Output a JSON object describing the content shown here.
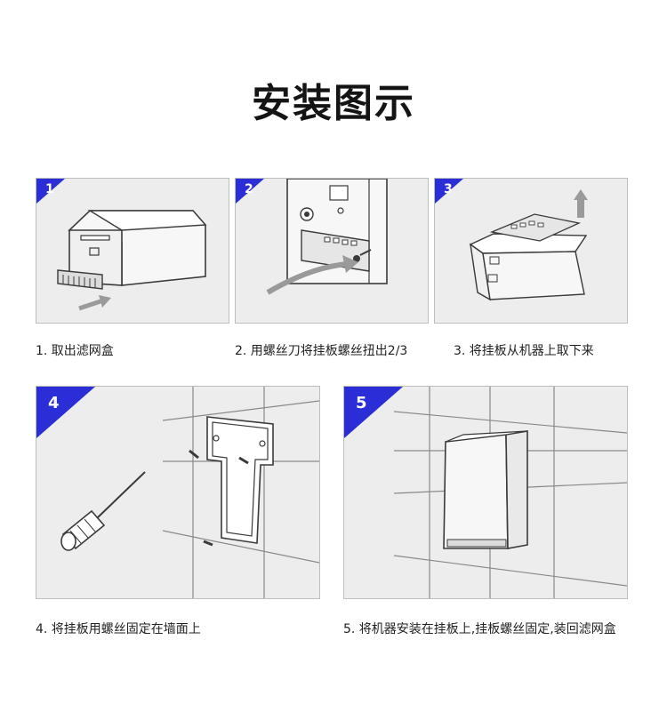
{
  "page": {
    "title": "安装图示"
  },
  "colors": {
    "badge": "#2b2ed6",
    "panel_bg": "#ededed",
    "arrow": "#9a9a9a",
    "line": "#3a3a3a"
  },
  "steps": [
    {
      "number": "1",
      "caption": "1. 取出滤网盒"
    },
    {
      "number": "2",
      "caption": "2. 用螺丝刀将挂板螺丝扭出2/3"
    },
    {
      "number": "3",
      "caption": "3. 将挂板从机器上取下来"
    },
    {
      "number": "4",
      "caption": "4. 将挂板用螺丝固定在墙面上"
    },
    {
      "number": "5",
      "caption": "5. 将机器安装在挂板上,挂板螺丝固定,装回滤网盒"
    }
  ]
}
